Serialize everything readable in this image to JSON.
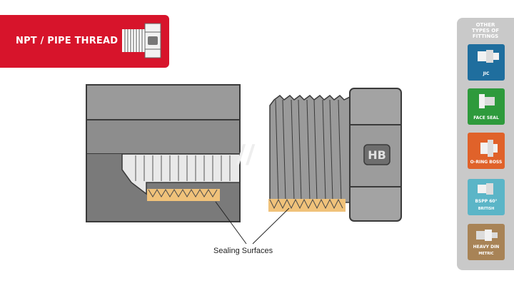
{
  "banner": {
    "title": "NPT / PIPE THREAD",
    "color": "#d7142b",
    "icon": "npt-fitting-icon"
  },
  "diagram": {
    "logo_text": "HB",
    "callout_label": "Sealing Surfaces",
    "body_color": "#9a9a9a",
    "seal_color": "#f0c27a"
  },
  "side_panel": {
    "heading": "OTHER\nTYPES OF\nFITTINGS",
    "tiles": [
      {
        "label": "JIC",
        "sublabel": "",
        "color": "#1f6e9e",
        "icon": "jic-fitting-icon"
      },
      {
        "label": "FACE SEAL",
        "sublabel": "",
        "color": "#2e9a3c",
        "icon": "face-seal-fitting-icon"
      },
      {
        "label": "O-RING BOSS",
        "sublabel": "",
        "color": "#e0622a",
        "icon": "o-ring-boss-fitting-icon"
      },
      {
        "label": "BSPP 60°",
        "sublabel": "BRITISH",
        "color": "#5bb5c7",
        "icon": "bspp-fitting-icon"
      },
      {
        "label": "HEAVY DIN",
        "sublabel": "METRIC",
        "color": "#a88356",
        "icon": "din-fitting-icon"
      }
    ]
  }
}
